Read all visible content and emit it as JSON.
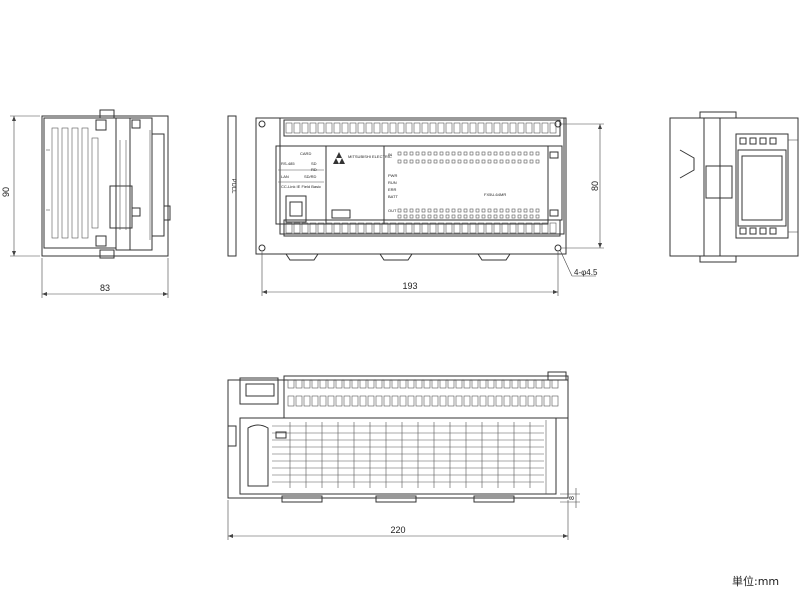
{
  "dimensions": {
    "side_height": "90",
    "side_width": "83",
    "front_width": "193",
    "front_height": "80",
    "hole": "4-φ4.5",
    "top_width": "220",
    "top_depth": "8"
  },
  "front_labels": {
    "card": "CARD",
    "rs485": "RS-485",
    "sd": "SD",
    "rd": "RD",
    "lan": "LAN",
    "sdrd": "SD/RD",
    "cclink": "CC-Link IE Field Basic",
    "pull": "PULL",
    "in": "IN",
    "out": "OUT",
    "pwr": "PWR",
    "run": "RUN",
    "err": "ERR",
    "batt": "BATT",
    "model": "FX5U-64MR",
    "brand": "MITSUBISHI ELECTRIC"
  },
  "unit_label": "単位:mm"
}
